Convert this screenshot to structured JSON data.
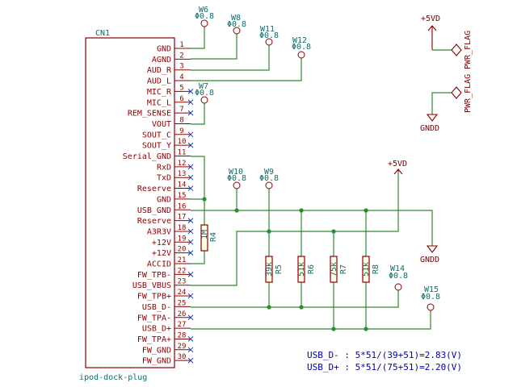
{
  "connector": {
    "ref": "CN1",
    "value": "ipod-dock-plug",
    "pins": [
      {
        "num": "1",
        "name": "GND",
        "nc": false
      },
      {
        "num": "2",
        "name": "AGND",
        "nc": false
      },
      {
        "num": "3",
        "name": "AUD_R",
        "nc": false
      },
      {
        "num": "4",
        "name": "AUD_L",
        "nc": false
      },
      {
        "num": "5",
        "name": "MIC_R",
        "nc": true
      },
      {
        "num": "6",
        "name": "MIC_L",
        "nc": true
      },
      {
        "num": "7",
        "name": "REM_SENSE",
        "nc": true
      },
      {
        "num": "8",
        "name": "VOUT",
        "nc": false
      },
      {
        "num": "9",
        "name": "SOUT_C",
        "nc": true
      },
      {
        "num": "10",
        "name": "SOUT_Y",
        "nc": true
      },
      {
        "num": "11",
        "name": "Serial_GND",
        "nc": false
      },
      {
        "num": "12",
        "name": "RxD",
        "nc": true
      },
      {
        "num": "13",
        "name": "TxD",
        "nc": true
      },
      {
        "num": "14",
        "name": "Reserve",
        "nc": true
      },
      {
        "num": "15",
        "name": "GND",
        "nc": false
      },
      {
        "num": "16",
        "name": "USB_GND",
        "nc": false
      },
      {
        "num": "17",
        "name": "Reserve",
        "nc": true
      },
      {
        "num": "18",
        "name": "A3R3V",
        "nc": true
      },
      {
        "num": "19",
        "name": "+12V",
        "nc": true
      },
      {
        "num": "20",
        "name": "+12V",
        "nc": true
      },
      {
        "num": "21",
        "name": "ACCID",
        "nc": false
      },
      {
        "num": "22",
        "name": "FW_TPB-",
        "nc": true
      },
      {
        "num": "23",
        "name": "USB_VBUS",
        "nc": false
      },
      {
        "num": "24",
        "name": "FW_TPB+",
        "nc": true
      },
      {
        "num": "25",
        "name": "USB_D-",
        "nc": false
      },
      {
        "num": "26",
        "name": "FW_TPA-",
        "nc": true
      },
      {
        "num": "27",
        "name": "USB_D+",
        "nc": false
      },
      {
        "num": "28",
        "name": "FW_TPA+",
        "nc": true
      },
      {
        "num": "29",
        "name": "FW_GND",
        "nc": true
      },
      {
        "num": "30",
        "name": "FW_GND",
        "nc": true
      }
    ]
  },
  "testpoints": [
    {
      "id": "W6",
      "value": "Φ0.8"
    },
    {
      "id": "W8",
      "value": "Φ0.8"
    },
    {
      "id": "W11",
      "value": "Φ0.8"
    },
    {
      "id": "W12",
      "value": "Φ0.8"
    },
    {
      "id": "W7",
      "value": "Φ0.8"
    },
    {
      "id": "W10",
      "value": "Φ0.8"
    },
    {
      "id": "W9",
      "value": "Φ0.8"
    },
    {
      "id": "W14",
      "value": "Φ0.8"
    },
    {
      "id": "W15",
      "value": "Φ0.8"
    }
  ],
  "resistors": [
    {
      "ref": "R4",
      "value": "1M"
    },
    {
      "ref": "R5",
      "value": "39k"
    },
    {
      "ref": "R6",
      "value": "51k"
    },
    {
      "ref": "R7",
      "value": "75k"
    },
    {
      "ref": "R8",
      "value": "51k"
    }
  ],
  "power": {
    "plus5_a": "+5VD",
    "plus5_b": "+5VD",
    "gnd_a": "GNDD",
    "gnd_b": "GNDD",
    "flag_a": "PWR_FLAG",
    "flag_b": "PWR_FLAG"
  },
  "notes": {
    "line1": "USB_D- : 5*51/(39+51)=2.83(V)",
    "line2": "USB_D+ : 5*51/(75+51)=2.20(V)"
  }
}
